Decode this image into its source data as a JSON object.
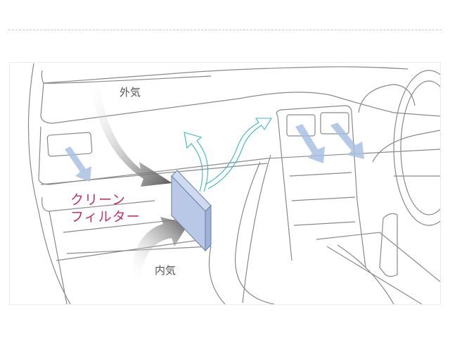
{
  "labels": {
    "outside_air": "外気",
    "inside_air": "内気",
    "filter_line1": "クリーン",
    "filter_line2": "フィルター"
  },
  "colors": {
    "filter_text": "#c2306b",
    "filter_body": "#b9c8e6",
    "vent_arrow": "#a9c1e3",
    "clean_air_arrow": "#3fb7c8",
    "intake_arrow": "#666666",
    "line_art": "#8a8a8a"
  }
}
